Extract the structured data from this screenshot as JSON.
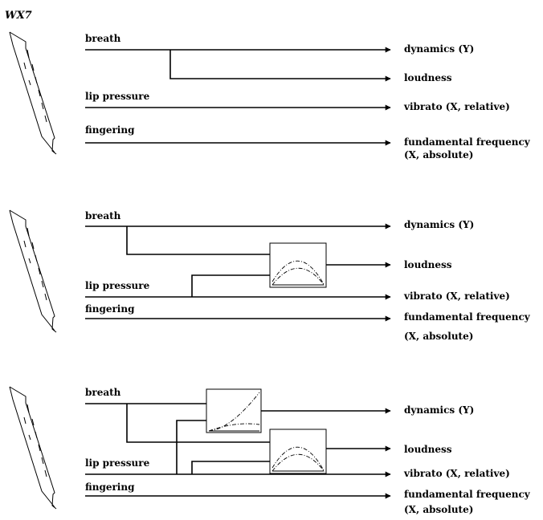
{
  "title": "WX7",
  "inputs": {
    "breath": "breath",
    "lip_pressure": "lip pressure",
    "fingering": "fingering"
  },
  "outputs": {
    "dynamics": "dynamics (Y)",
    "loudness": "loudness",
    "vibrato": "vibrato (X, relative)",
    "fundamental_line1": "fundamental frequency",
    "fundamental_line2": "(X, absolute)"
  },
  "icons": {
    "instrument": "wind-controller-icon",
    "mapping_curve": "curve-box-icon"
  }
}
